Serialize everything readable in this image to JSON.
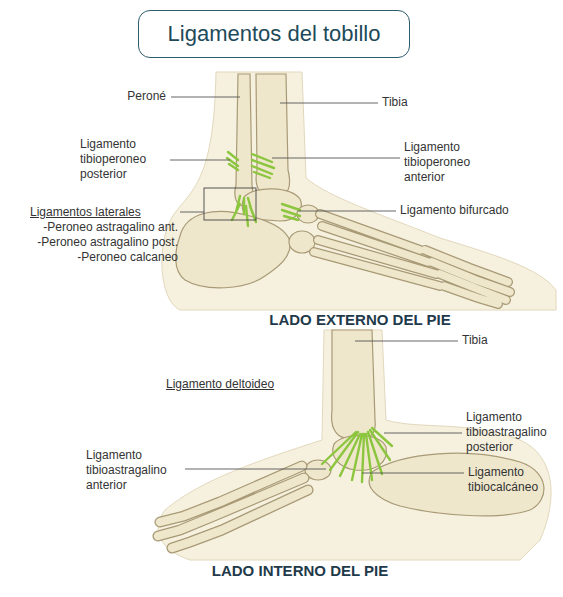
{
  "diagram": {
    "title": "Ligamentos del tobillo",
    "labels": [
      "Peroné",
      "Tibia",
      "Ligamento tibioperoneo posterior",
      "Ligamento tibioperoneo anterior",
      "Ligamentos laterales",
      "-Peroneo astragalino ant.",
      "-Peroneo astragalino post.",
      "-Peroneo calcaneo",
      "Ligamento bifurcado",
      "LADO EXTERNO DEL PIE",
      "Tibia",
      "Ligamento deltoideo",
      "Ligamento tibioastragalino posterior",
      "Ligamento tibioastragalino anterior",
      "Ligamento tibiocalcáneo",
      "LADO INTERNO DEL PIE"
    ]
  }
}
